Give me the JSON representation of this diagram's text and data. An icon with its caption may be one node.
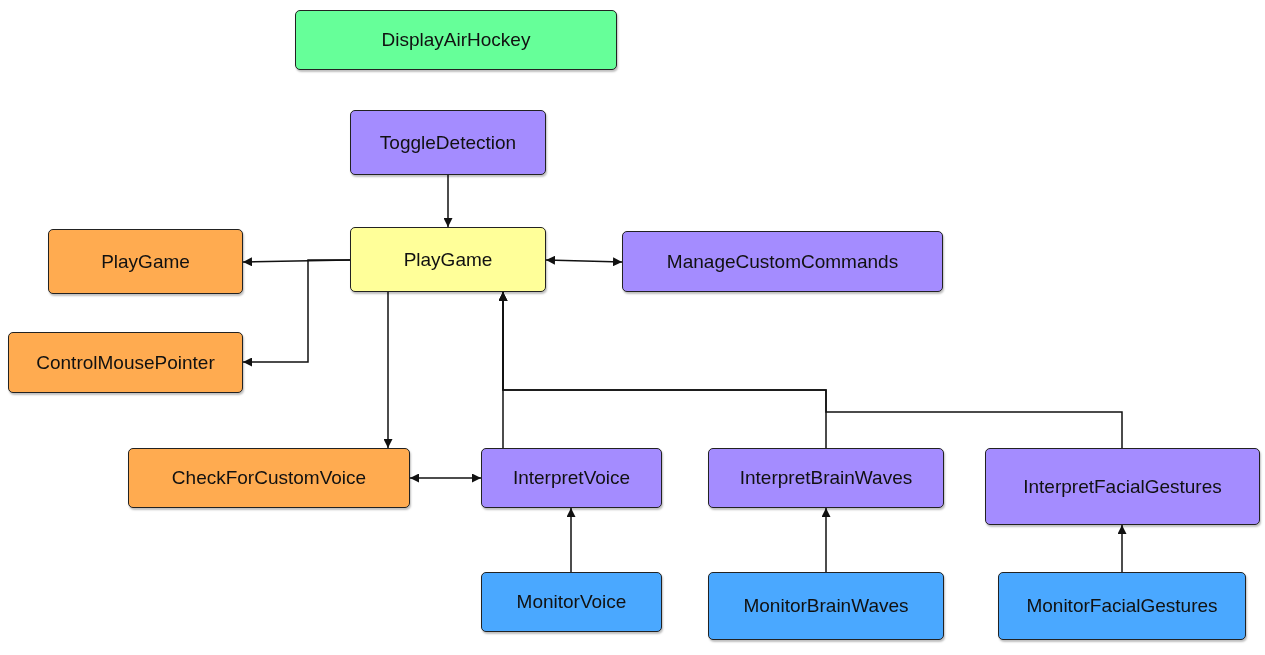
{
  "diagram": {
    "nodes": [
      {
        "text": [
          "DisplayAirHockey"
        ]
      },
      {
        "text": [
          "ToggleDetection"
        ]
      },
      {
        "text": [
          "PlayGame"
        ]
      },
      {
        "text": [
          "PlayGame"
        ]
      },
      {
        "text": [
          "ManageCustomCommands"
        ]
      },
      {
        "text": [
          "ControlMousePointer"
        ]
      },
      {
        "text": [
          "CheckForCustomVoice"
        ]
      },
      {
        "text": [
          "InterpretVoice"
        ]
      },
      {
        "text": [
          "InterpretBrainWaves"
        ]
      },
      {
        "text": [
          "InterpretFacialGestures"
        ]
      },
      {
        "text": [
          "MonitorVoice"
        ]
      },
      {
        "text": [
          "MonitorBrainWaves"
        ]
      },
      {
        "text": [
          "MonitorFacialGestures"
        ]
      }
    ],
    "edges": [
      {
        "from": 1,
        "to": 2,
        "arrow": "to"
      },
      {
        "from": 2,
        "to": 3,
        "arrow": "to"
      },
      {
        "from": 2,
        "to": 5,
        "arrow": "to"
      },
      {
        "from": 2,
        "to": 6,
        "arrow": "to"
      },
      {
        "from": 2,
        "to": 4,
        "arrow": "both"
      },
      {
        "from": 6,
        "to": 7,
        "arrow": "both"
      },
      {
        "from": 7,
        "to": 2,
        "arrow": "to"
      },
      {
        "from": 8,
        "to": 2,
        "arrow": "to"
      },
      {
        "from": 9,
        "to": 2,
        "arrow": "to"
      },
      {
        "from": 10,
        "to": 7,
        "arrow": "to"
      },
      {
        "from": 11,
        "to": 8,
        "arrow": "to"
      },
      {
        "from": 12,
        "to": 9,
        "arrow": "to"
      }
    ]
  }
}
